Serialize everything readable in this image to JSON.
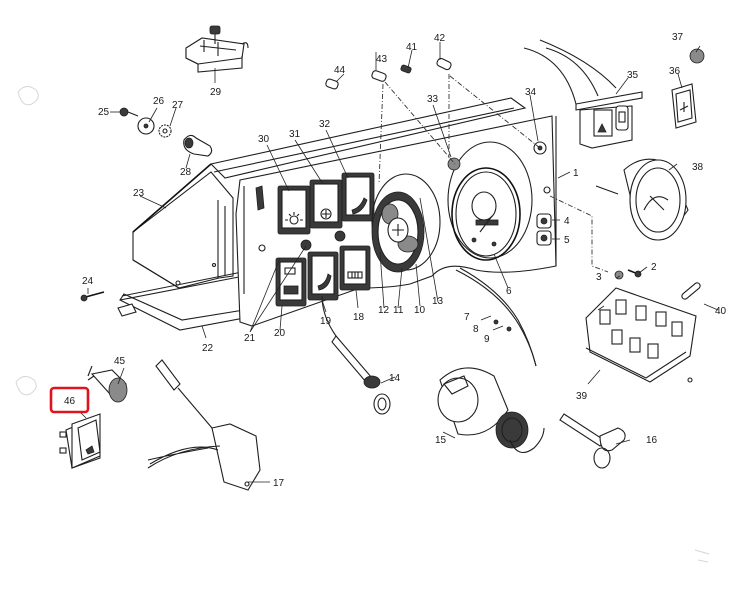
{
  "diagram": {
    "title": "Instrument panel and switches - exploded parts view",
    "highlight": {
      "part": "46",
      "color": "#e0121b"
    },
    "callouts": [
      {
        "id": "c1",
        "label": "1"
      },
      {
        "id": "c2",
        "label": "2"
      },
      {
        "id": "c3",
        "label": "3"
      },
      {
        "id": "c4",
        "label": "4"
      },
      {
        "id": "c5",
        "label": "5"
      },
      {
        "id": "c6",
        "label": "6"
      },
      {
        "id": "c7",
        "label": "7"
      },
      {
        "id": "c8",
        "label": "8"
      },
      {
        "id": "c9",
        "label": "9"
      },
      {
        "id": "c10",
        "label": "10"
      },
      {
        "id": "c11",
        "label": "11"
      },
      {
        "id": "c12",
        "label": "12"
      },
      {
        "id": "c13",
        "label": "13"
      },
      {
        "id": "c14",
        "label": "14"
      },
      {
        "id": "c15",
        "label": "15"
      },
      {
        "id": "c16",
        "label": "16"
      },
      {
        "id": "c17",
        "label": "17"
      },
      {
        "id": "c18",
        "label": "18"
      },
      {
        "id": "c19",
        "label": "19"
      },
      {
        "id": "c20",
        "label": "20"
      },
      {
        "id": "c21",
        "label": "21"
      },
      {
        "id": "c22",
        "label": "22"
      },
      {
        "id": "c23",
        "label": "23"
      },
      {
        "id": "c24",
        "label": "24"
      },
      {
        "id": "c25",
        "label": "25"
      },
      {
        "id": "c26",
        "label": "26"
      },
      {
        "id": "c27",
        "label": "27"
      },
      {
        "id": "c28",
        "label": "28"
      },
      {
        "id": "c29",
        "label": "29"
      },
      {
        "id": "c30",
        "label": "30"
      },
      {
        "id": "c31",
        "label": "31"
      },
      {
        "id": "c32",
        "label": "32"
      },
      {
        "id": "c33",
        "label": "33"
      },
      {
        "id": "c34",
        "label": "34"
      },
      {
        "id": "c35",
        "label": "35"
      },
      {
        "id": "c36",
        "label": "36"
      },
      {
        "id": "c37",
        "label": "37"
      },
      {
        "id": "c38",
        "label": "38"
      },
      {
        "id": "c39",
        "label": "39"
      },
      {
        "id": "c40",
        "label": "40"
      },
      {
        "id": "c41",
        "label": "41"
      },
      {
        "id": "c42",
        "label": "42"
      },
      {
        "id": "c43",
        "label": "43"
      },
      {
        "id": "c44",
        "label": "44"
      },
      {
        "id": "c45",
        "label": "45"
      },
      {
        "id": "c46",
        "label": "46"
      }
    ],
    "parts": {
      "dashboard_panel": "1",
      "speedometer": "6",
      "combination_gauge": "10",
      "lighting_switch": "30",
      "hazard_switch": "31",
      "rocker_switch": "32",
      "warning_lamp": "33",
      "indicator_lamp": "34",
      "switch_block": "35",
      "rocker_switch_single": "36",
      "cap": "37",
      "auxiliary_gauge": "38",
      "fuse_box": "39",
      "fuse": "40",
      "bulbs": [
        "41",
        "42",
        "43",
        "44"
      ],
      "connector": "45",
      "highlighted_switch": "46",
      "ignition_switch": "15",
      "ignition_key": "16",
      "stalk_switch": "17",
      "choke_cable": "14",
      "side_panel": "23",
      "lower_tray": "22",
      "top_switch": "29"
    }
  }
}
